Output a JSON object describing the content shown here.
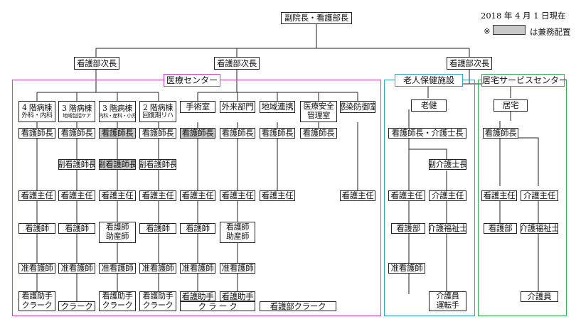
{
  "note": {
    "date": "2018 年 4 月 1 日現在",
    "legend_prefix": "※",
    "legend_text": "は兼務配置",
    "legend_color": "#c8c8c8"
  },
  "top": "副院長・看護部長",
  "deputies": {
    "left": "看護部次長",
    "center": "看護部次長",
    "right": "看護部次長"
  },
  "sections": {
    "medical": {
      "title": "医療センター",
      "color": "#e040c0"
    },
    "elderly": {
      "title": "老人保健施設",
      "color": "#30a8c8"
    },
    "home": {
      "title": "居宅サービスセンター",
      "color": "#30b050"
    }
  },
  "units": {
    "w4": {
      "l1": "4 階病棟",
      "l2": "外科・内科"
    },
    "w3a": {
      "l1": "3 階病棟",
      "l2": "地域包括ケア"
    },
    "w3b": {
      "l1": "3 階病棟",
      "l2": "内科・産科・小児"
    },
    "w2": {
      "l1": "2 階病棟",
      "l2": "回復期リハ"
    },
    "op": "手術室",
    "outpatient": "外来部門",
    "community": "地域連携",
    "safety": {
      "l1": "医療安全",
      "l2": "管理室"
    },
    "infection": "感染防御室",
    "roken": "老健",
    "kyotaku": "居宅"
  },
  "roles": {
    "head_nurse": "看護師長",
    "deputy_head": "副看護師長",
    "chief": "看護主任",
    "nurse": "看護師",
    "midwife": "助産師",
    "assoc_nurse": "准看護師",
    "nurse_aide": "看護助手",
    "clerk": "クラーク",
    "clerk_spaced": "ク ラ ー ク",
    "nursing_clerk": "看護部クラーク",
    "roken_head": "看護師長・介護士長",
    "deputy_care": "副介護士長",
    "care_chief": "介護主任",
    "nursing_dept": "看護部",
    "care_worker": "介護福祉士",
    "caregiver": "介護員",
    "driver": "運転手"
  }
}
